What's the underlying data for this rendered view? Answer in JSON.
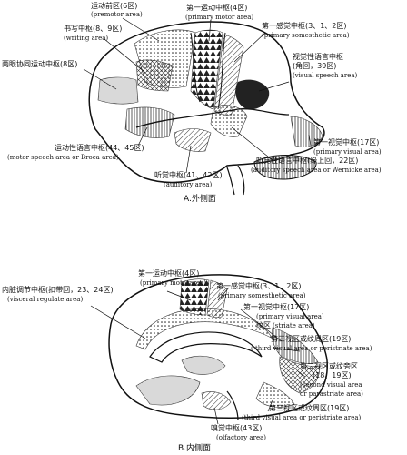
{
  "panels": {
    "lateral": {
      "caption": "A.外侧面",
      "labels": [
        {
          "id": "premotor",
          "zh": "运动前区(6区)",
          "en": "(premotor area)"
        },
        {
          "id": "primary_motor",
          "zh": "第一运动中枢(4区)",
          "en": "(primary motor area)"
        },
        {
          "id": "writing",
          "zh": "书写中枢(8、9区)",
          "en": "(writing area)"
        },
        {
          "id": "somesthetic",
          "zh": "第一感觉中枢(3、1、2区)",
          "en": "(primary somesthetic area)"
        },
        {
          "id": "eye",
          "zh": "两眼协同运动中枢(8区)",
          "en": ""
        },
        {
          "id": "visual_speech",
          "zh": "视觉性语言中枢",
          "zh2": "(角回，39区)",
          "en": "(visual speech area)"
        },
        {
          "id": "primary_visual",
          "zh": "第一视觉中枢(17区)",
          "en": "(primary visual area)"
        },
        {
          "id": "broca",
          "zh": "运动性语言中枢(44、45区)",
          "en": "(motor speech area or Broca area)"
        },
        {
          "id": "wernicke",
          "zh": "听觉性语言中枢(缘上回，22区)",
          "en": "(auditory speech area or Wernicke area)"
        },
        {
          "id": "auditory",
          "zh": "听觉中枢(41、42区)",
          "en": "(auditory area)"
        }
      ]
    },
    "medial": {
      "caption": "B.内侧面",
      "labels": [
        {
          "id": "primary_motor",
          "zh": "第一运动中枢(4区)",
          "en": "(primary motorarea)"
        },
        {
          "id": "visceral",
          "zh": "内脏调节中枢(扣带回，23、24区)",
          "en": "(visceral regulate area)"
        },
        {
          "id": "somesthetic",
          "zh": "第一感觉中枢(3、1、2区)",
          "en": "(primary somesthetic area)"
        },
        {
          "id": "primary_visual",
          "zh": "第一视觉中枢(17区)",
          "en": "(primary visual area)",
          "zh2": "纹区",
          "en2": "(striate area)"
        },
        {
          "id": "third_visual",
          "zh": "第三视区或纹周区(19区)",
          "en": "( third visual area or peristriate area)"
        },
        {
          "id": "second_visual",
          "zh": "第二视区或纹旁区",
          "zh2": "(18、19区)",
          "en": "(second visual area",
          "en2": "or parastriate area)"
        },
        {
          "id": "third_visual_b",
          "zh": "第三视区或纹周区(19区)",
          "en": "(third visual area or peristriate area)"
        },
        {
          "id": "olfactory",
          "zh": "嗅觉中枢(43区)",
          "en": "(olfactory area)"
        }
      ]
    }
  }
}
